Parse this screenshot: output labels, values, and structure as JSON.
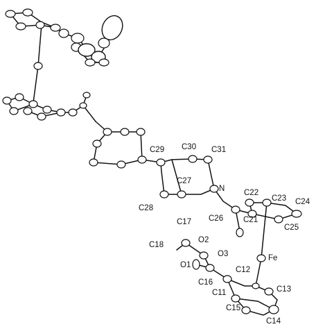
{
  "figure": {
    "atom_labels": {
      "c29": "C29",
      "c30": "C30",
      "c31": "C31",
      "c27": "C27",
      "n": "N",
      "c28": "C28",
      "c22": "C22",
      "c23": "C23",
      "c24": "C24",
      "c26": "C26",
      "c21": "C21",
      "c25": "C25",
      "c17": "C17",
      "c18": "C18",
      "o2": "O2",
      "o3": "O3",
      "fe": "Fe",
      "o1": "O1",
      "c16": "C16",
      "c12": "C12",
      "c11": "C11",
      "c13": "C13",
      "c15": "C15",
      "c14": "C14"
    }
  }
}
